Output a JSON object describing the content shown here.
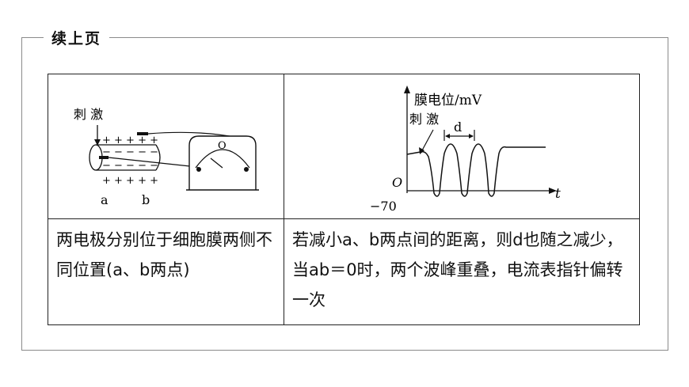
{
  "header": {
    "title": "续上页"
  },
  "left_figure": {
    "stimulus_label": "刺 激",
    "plus_row": "+ + + + +",
    "minus_row": "− − − − −",
    "meter_label": "O",
    "point_a": "a",
    "point_b": "b"
  },
  "right_figure": {
    "y_axis_label": "膜电位/mV",
    "stimulus_label": "刺 激",
    "d_label": "d",
    "origin_label": "O",
    "neg_label": "−70",
    "t_label": "t"
  },
  "cells": {
    "left_text": "两电极分别位于细胞膜两侧不同位置(a、b两点)",
    "right_text": "若减小a、b两点间的距离，则d也随之减少，当ab＝0时，两个波峰重叠，电流表指针偏转一次"
  }
}
